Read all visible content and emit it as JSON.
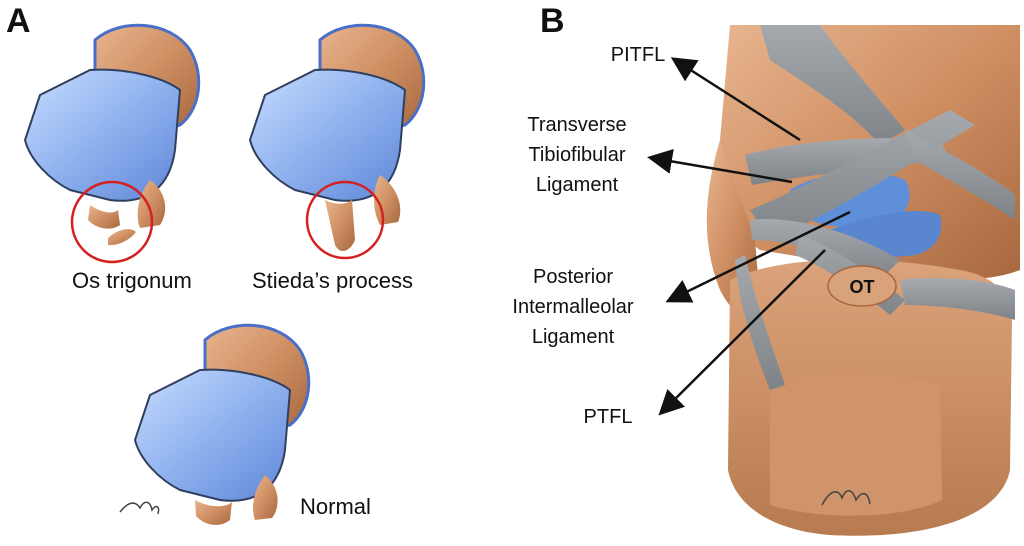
{
  "panel_a": {
    "letter": "A",
    "captions": {
      "os_trigonum": "Os trigonum",
      "stiedas_process": "Stieda’s process",
      "normal": "Normal"
    }
  },
  "panel_b": {
    "letter": "B",
    "labels": {
      "pitfl": "PITFL",
      "transverse_1": "Transverse",
      "transverse_2": "Tibiofibular",
      "transverse_3": "Ligament",
      "posterior_1": "Posterior",
      "posterior_2": "Intermalleolar",
      "posterior_3": "Ligament",
      "ptfl": "PTFL",
      "ot": "OT"
    }
  },
  "colors": {
    "bone": "#c98a5e",
    "bone_dark": "#a8683f",
    "cartilage_blue": "#7fa6e8",
    "ligament_gray": "#8f9498",
    "highlight_circle": "#d62020"
  }
}
